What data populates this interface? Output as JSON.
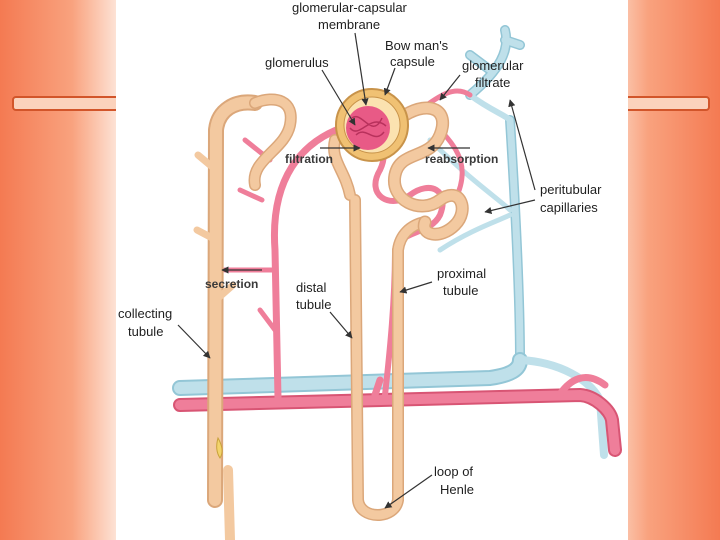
{
  "labels": {
    "glomerular_capsular_membrane": [
      "glomerular-capsular",
      "membrane"
    ],
    "bowmans_capsule": [
      "Bow man's",
      "capsule"
    ],
    "glomerulus": "glomerulus",
    "glomerular_filtrate": [
      "glomerular",
      "filtrate"
    ],
    "filtration": "filtration",
    "reabsorption": "reabsorption",
    "peritubular_capillaries": [
      "peritubular",
      "capillaries"
    ],
    "secretion": "secretion",
    "distal_tubule": [
      "distal",
      "tubule"
    ],
    "proximal_tubule": [
      "proximal",
      "tubule"
    ],
    "collecting_tubule": [
      "collecting",
      "tubule"
    ],
    "loop_of_henle": [
      "loop of",
      "Henle"
    ]
  },
  "colors": {
    "tubule": "#f3c9a0",
    "tubule_edge": "#dba77a",
    "artery": "#ef7e9a",
    "artery_edge": "#d85574",
    "vein": "#bfe0ea",
    "vein_edge": "#93c6d6",
    "glomerulus": "#e85a86",
    "capsule": "#f0c173",
    "side_band": "#f47a52"
  }
}
